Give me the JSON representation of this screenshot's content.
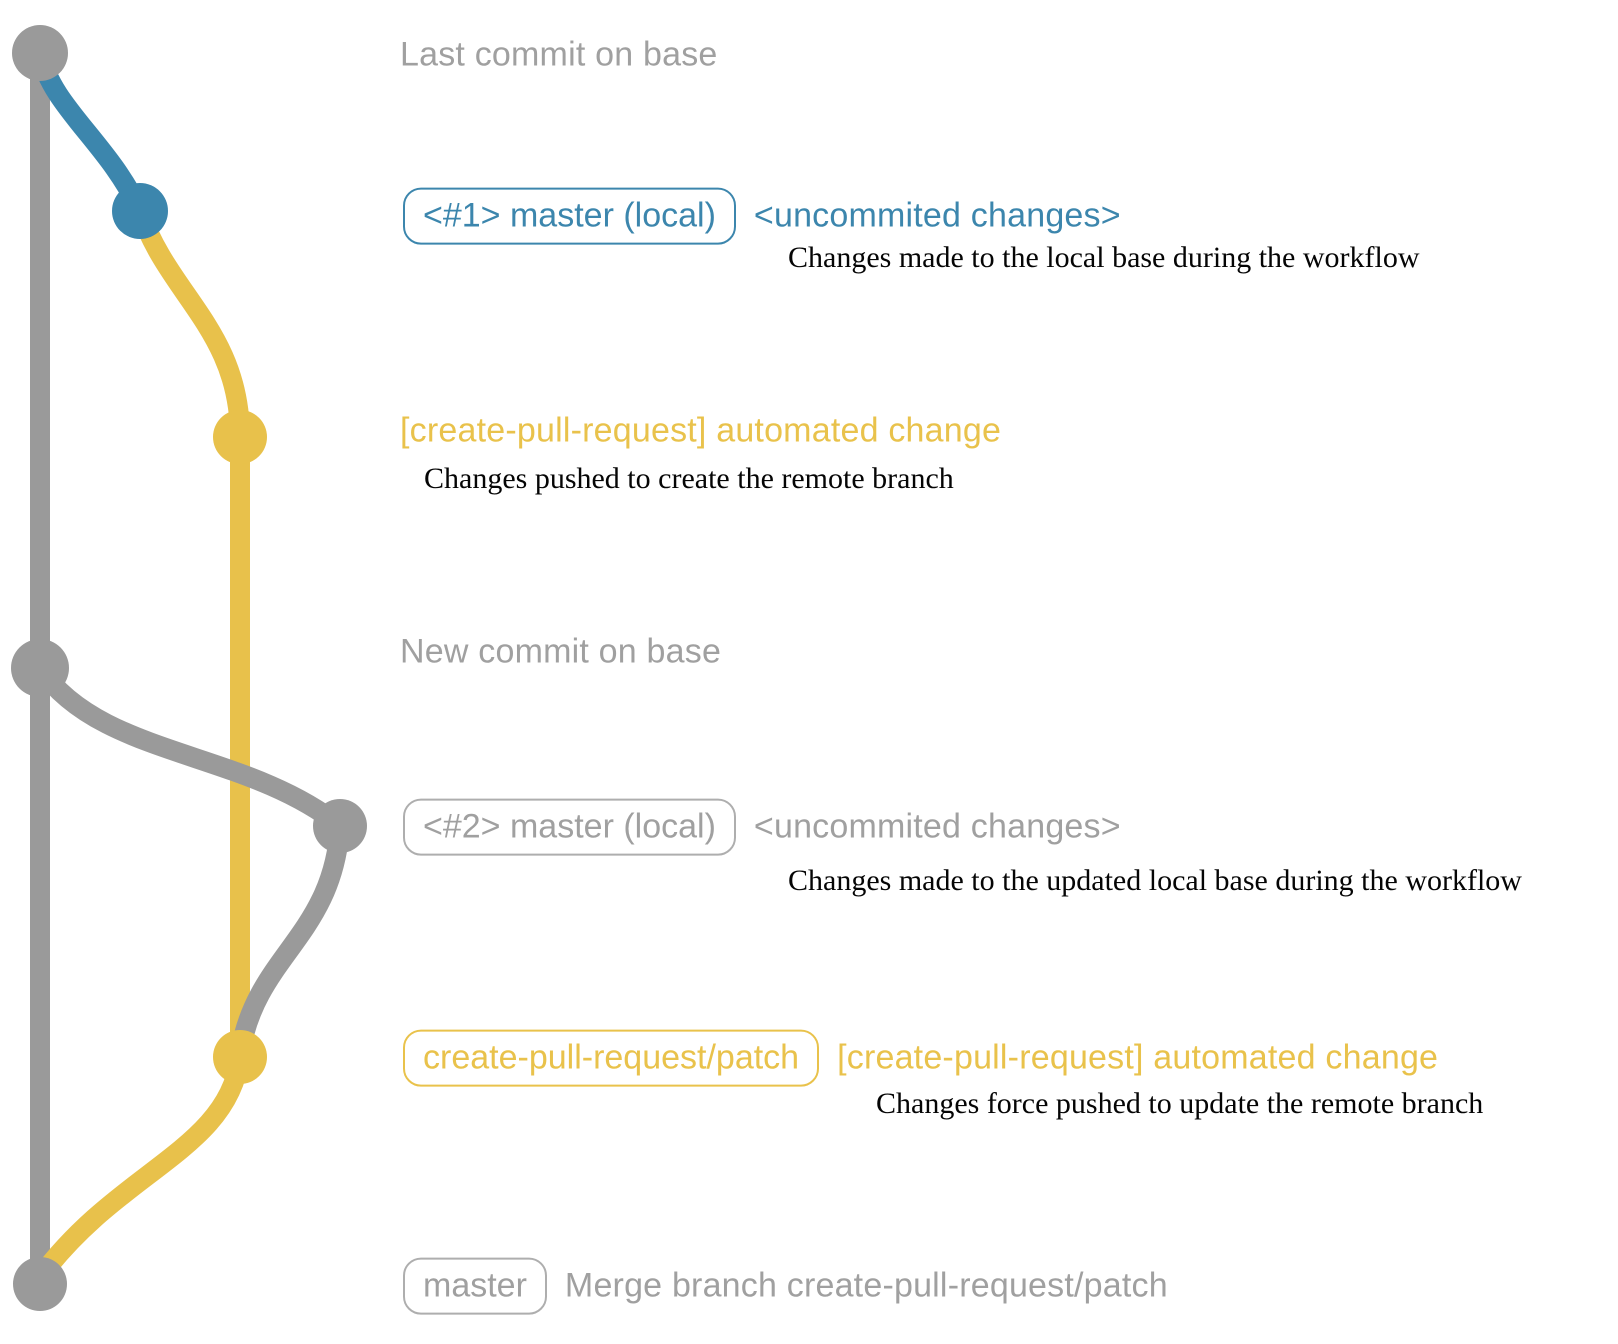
{
  "colors": {
    "blue": "#3c86ad",
    "yellow": "#e8c14b",
    "gray_line": "#9a9a9a",
    "gray_text": "#a0a0a0",
    "gray_border": "#aeaeae",
    "desc_text": "#050505"
  },
  "graph": {
    "branches": [
      {
        "name": "base",
        "color": "#9a9a9a"
      },
      {
        "name": "master (local)",
        "color": "#3c86ad"
      },
      {
        "name": "create-pull-request/patch",
        "color": "#e8c14b"
      }
    ],
    "commit_dots": [
      "last-commit-on-base",
      "local-master-1",
      "patch-branch-1",
      "new-commit-on-base",
      "local-master-2",
      "patch-branch-2",
      "merge-commit"
    ]
  },
  "annotations": {
    "last_commit_label": "Last commit on base",
    "new_commit_label": "New commit on base",
    "r1": {
      "badge": "<#1> master (local)",
      "title": "<uncommited changes>",
      "desc": "Changes made to the local base during the workflow"
    },
    "r2": {
      "title": "[create-pull-request] automated change",
      "desc": "Changes pushed to create the remote branch"
    },
    "r3": {
      "badge": "<#2> master (local)",
      "title": "<uncommited changes>",
      "desc": "Changes made to the updated local base during the workflow"
    },
    "r4": {
      "badge": "create-pull-request/patch",
      "title": "[create-pull-request] automated change",
      "desc": "Changes force pushed to update the remote branch"
    },
    "r5": {
      "badge": "master",
      "title": "Merge branch create-pull-request/patch"
    }
  }
}
